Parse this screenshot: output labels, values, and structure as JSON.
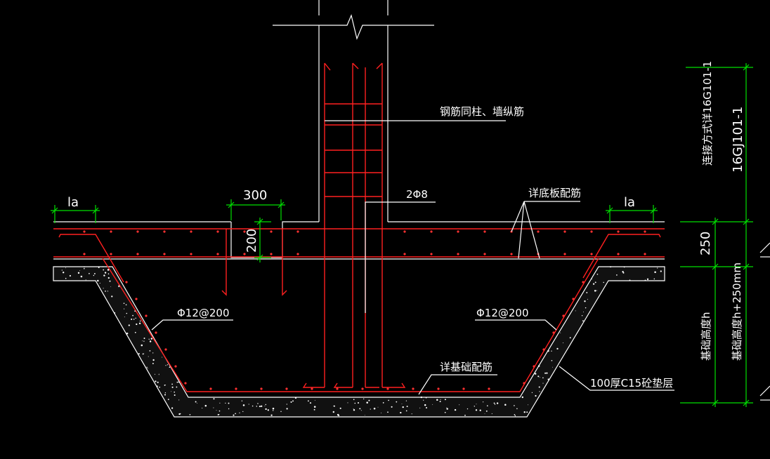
{
  "colors": {
    "background": "#000000",
    "outline": "#ffffff",
    "rebar": "#ff2020",
    "dimension": "#00e000"
  },
  "labels": {
    "rebar_same_as_column": "钢筋同柱、墙纵筋",
    "bottom_slab_reinf": "详底板配筋",
    "two_phi8": "2Φ8",
    "rebar_left": "Φ12@200",
    "rebar_right": "Φ12@200",
    "foundation_reinf": "详基础配筋",
    "cushion": "100厚C15砼垫层",
    "connection_detail": "连接方式详16G101-1",
    "height_h": "基础高度h",
    "height_h250": "基础高度h+250mm"
  },
  "dimensions": {
    "la_left": "la",
    "la_right": "la",
    "width_300": "300",
    "depth_200": "200",
    "slab_250": "250",
    "connection_code": "16GJ101-1"
  }
}
